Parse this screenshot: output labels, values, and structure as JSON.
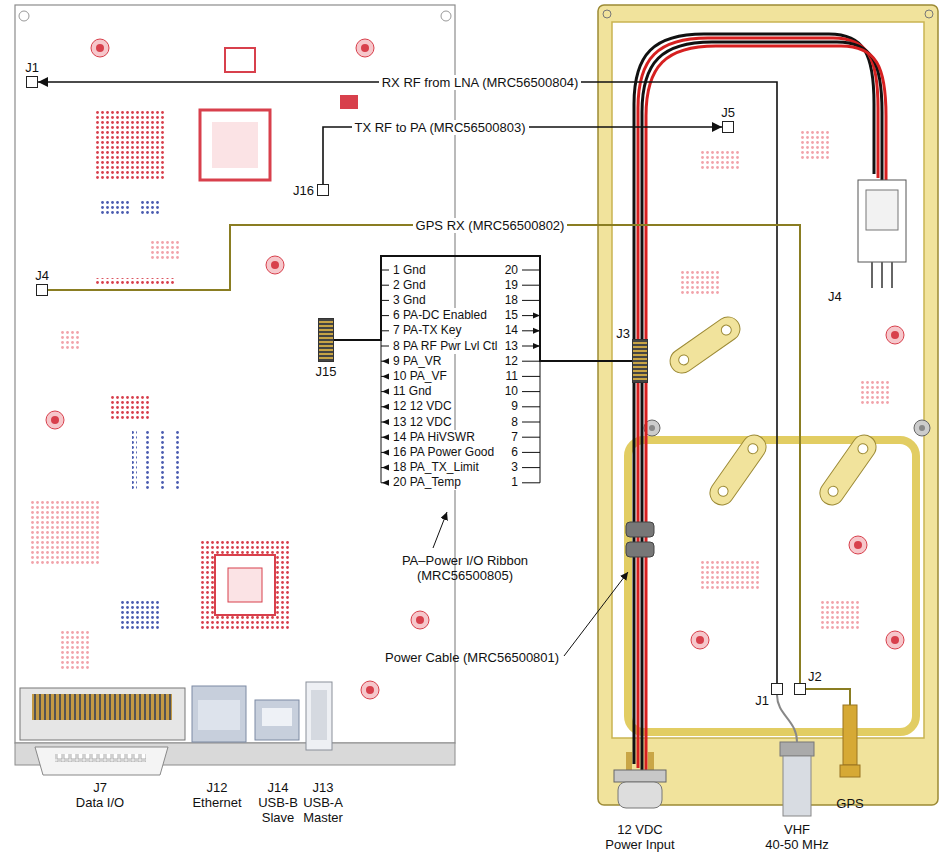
{
  "diagram": {
    "nodes": [
      {
        "text": [
          "J1"
        ]
      },
      {
        "text": [
          "J16"
        ]
      },
      {
        "text": [
          "J4"
        ]
      },
      {
        "text": [
          "J15"
        ]
      },
      {
        "text": [
          "J5"
        ]
      },
      {
        "text": [
          "J3"
        ]
      },
      {
        "text": [
          "J2"
        ]
      },
      {
        "text": [
          "J1"
        ]
      }
    ],
    "edges": [
      {
        "from": 7,
        "to": 0,
        "arrow": "to",
        "label": "RX RF from LNA (MRC56500804)"
      },
      {
        "from": 1,
        "to": 4,
        "arrow": "to",
        "label": "TX RF to PA (MRC56500803)"
      },
      {
        "from": 2,
        "to": 6,
        "arrow": "none",
        "label": "GPS RX (MRC56500802)"
      },
      {
        "from": 3,
        "to": 5,
        "arrow": "none"
      }
    ],
    "labels": [
      "J7",
      "Data I/O",
      "J12",
      "Ethernet",
      "J14",
      "USB-B",
      "Slave",
      "J13",
      "USB-A",
      "Master",
      "12 VDC Power Input",
      "VHF",
      "40-50 MHz",
      "GPS",
      "J4",
      "Power Cable (MRC56500801)",
      "PA–Power I/O Ribbon (MRC56500805)",
      "1 Gnd",
      "2 Gnd",
      "3 Gnd",
      "6 PA-DC Enabled",
      "7 PA-TX Key",
      "8 PA RF Pwr Lvl Ctl",
      "9 PA_VR",
      "10 PA_VF",
      "11 Gnd",
      "12 12 VDC",
      "13 12 VDC",
      "14 PA HiVSWR",
      "16 PA Power Good",
      "18 PA_TX_Limit",
      "20 PA_Temp",
      "20",
      "19",
      "18",
      "15",
      "14",
      "13",
      "12",
      "11",
      "10",
      "9",
      "8",
      "7",
      "6",
      "3",
      "1"
    ]
  }
}
